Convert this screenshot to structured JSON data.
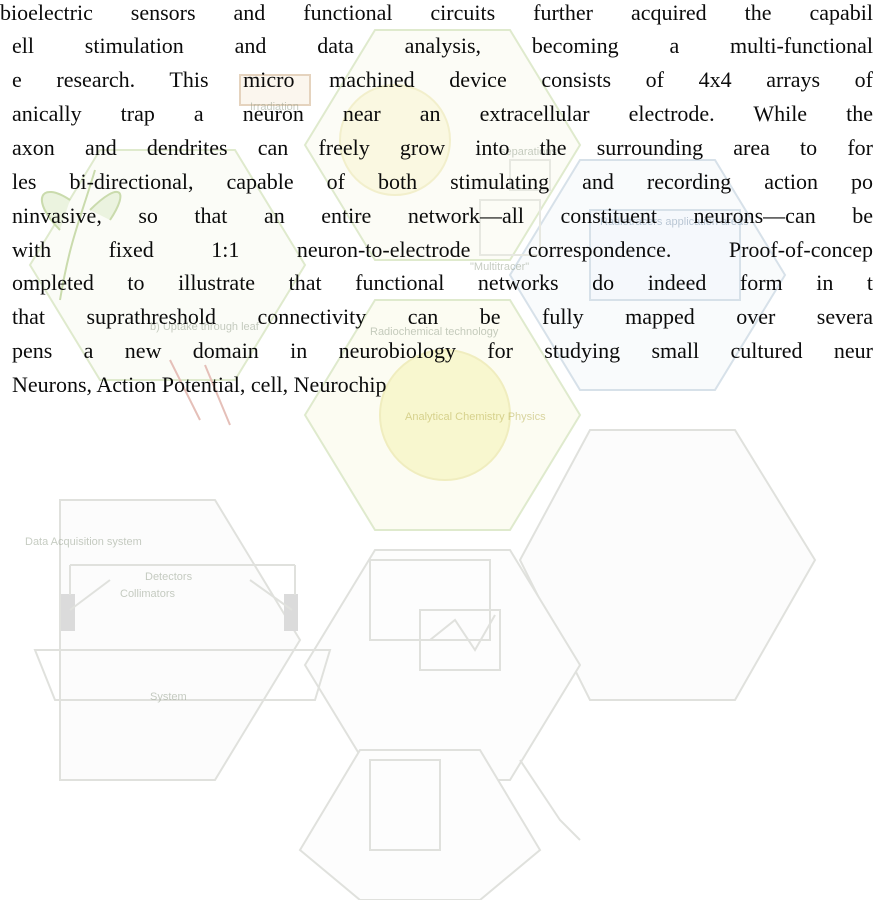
{
  "document": {
    "lines": [
      "bioelectric sensors and functional circuits further acquired the capabil",
      "ell stimulation and data analysis, becoming a multi-functional",
      "e research. This micro machined device consists of 4x4 arrays of",
      "anically trap a neuron near an extracellular electrode. While the",
      "axon and dendrites can freely grow into the surrounding area to for",
      "les bi-directional, capable of both stimulating and recording action po",
      "ninvasive, so that an entire network—all constituent neurons—can be",
      "with fixed 1:1 neuron-to-electrode correspondence. Proof-of-concep",
      "ompleted to illustrate that functional networks do indeed form in t",
      "that suprathreshold connectivity can be fully mapped over severa",
      "pens a new domain in neurobiology for studying small cultured neur",
      "Neurons, Action Potential, cell, Neurochip"
    ]
  },
  "watermark": {
    "labels": {
      "irradiation": "Irradiation",
      "separations": "separations",
      "multitracer": "\"Multitracer\"",
      "radiotracers": "Radiotracers application areas",
      "uptake": "b) Uptake through leaf",
      "technology": "Radiochemical technology",
      "center": "Analytical Chemistry Physics",
      "data_acquisition": "Data Acquisition system",
      "detectors": "Detectors",
      "collimators": "Collimators",
      "system": "System"
    },
    "colors": {
      "green": "#c6d9a6",
      "yellow": "#f2ef9a",
      "blue": "#b7c9d8",
      "gray": "#c7cac2"
    }
  }
}
